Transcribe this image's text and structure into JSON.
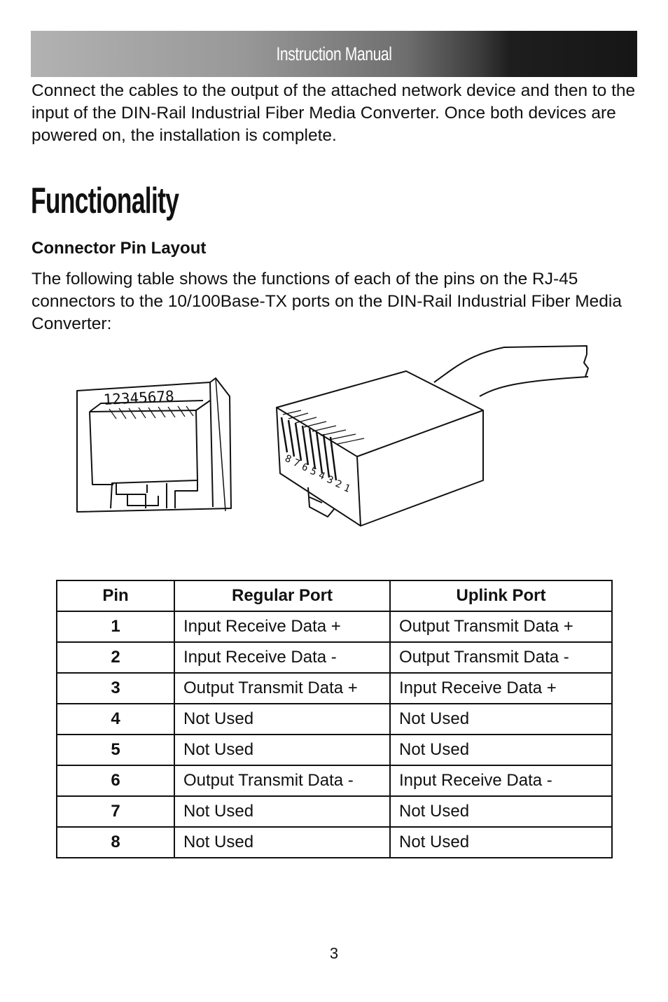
{
  "header": {
    "title": "Instruction Manual"
  },
  "intro_text": "Connect the cables to the output of the attached network device and then to the input of the DIN-Rail Industrial Fiber Media Converter. Once both devices are powered on, the installation is complete.",
  "section": {
    "title": "Functionality",
    "subtitle": "Connector Pin Layout",
    "description": "The following table shows the functions of each of the pins on the RJ-45 connectors to the 10/100Base-TX ports on the DIN-Rail Industrial Fiber Media Converter:"
  },
  "diagram": {
    "jack_pin_numbers": "12345678",
    "plug_pin_numbers": [
      "8",
      "7",
      "6",
      "5",
      "4",
      "3",
      "2",
      "1"
    ]
  },
  "table": {
    "headers": {
      "pin": "Pin",
      "regular": "Regular Port",
      "uplink": "Uplink Port"
    },
    "rows": [
      {
        "pin": "1",
        "regular": "Input Receive Data +",
        "uplink": "Output Transmit Data +"
      },
      {
        "pin": "2",
        "regular": "Input Receive Data -",
        "uplink": "Output Transmit Data -"
      },
      {
        "pin": "3",
        "regular": "Output Transmit Data +",
        "uplink": "Input Receive Data +"
      },
      {
        "pin": "4",
        "regular": "Not Used",
        "uplink": "Not Used"
      },
      {
        "pin": "5",
        "regular": "Not Used",
        "uplink": "Not Used"
      },
      {
        "pin": "6",
        "regular": "Output Transmit Data -",
        "uplink": "Input Receive Data -"
      },
      {
        "pin": "7",
        "regular": "Not Used",
        "uplink": "Not Used"
      },
      {
        "pin": "8",
        "regular": "Not Used",
        "uplink": "Not Used"
      }
    ]
  },
  "page_number": "3"
}
